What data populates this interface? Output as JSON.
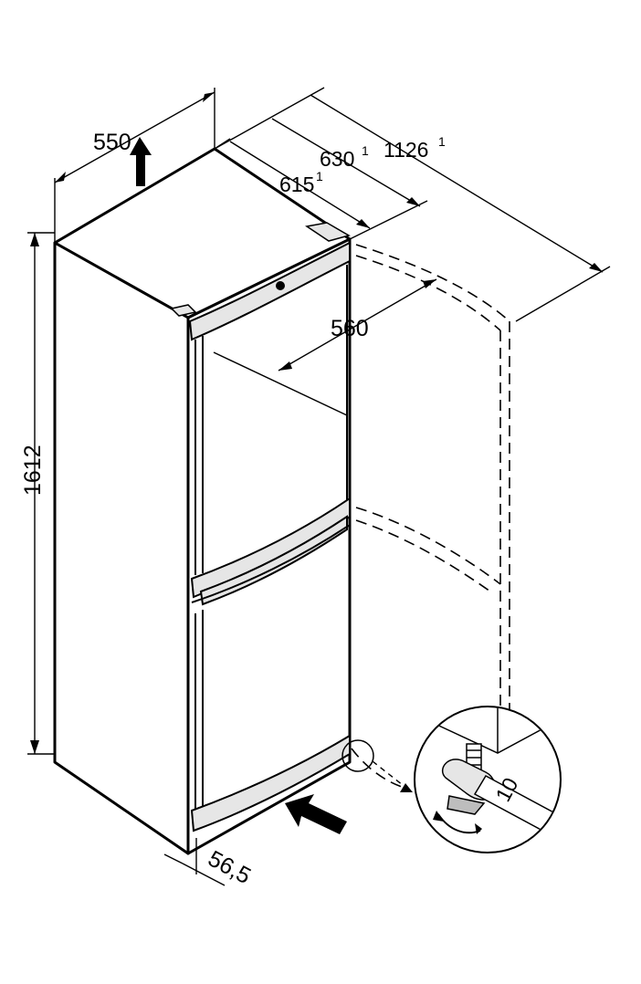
{
  "dimensions": {
    "width": "550",
    "depth_door_open_inner": "615",
    "depth_door_open_inner_note": "1",
    "depth_door": "630",
    "depth_door_note": "1",
    "depth_total": "1126",
    "depth_total_note": "1",
    "door_opening": "560",
    "height": "1612",
    "bottom_gap": "56,5"
  },
  "detail": {
    "wrench_size": "10"
  },
  "icons": {
    "lift_arrow": "up-arrow-icon",
    "push_arrow": "push-arrow-icon",
    "rotate_arrow": "rotate-arrow-icon"
  },
  "colors": {
    "line": "#000000",
    "handle_fill": "#e6e6e6",
    "background": "#ffffff"
  }
}
